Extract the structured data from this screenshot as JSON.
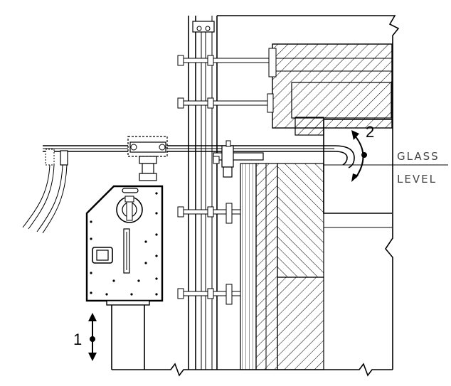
{
  "labels": {
    "glass_top": "GLASS",
    "glass_bottom": "LEVEL",
    "marker_1": "1",
    "marker_2": "2"
  }
}
